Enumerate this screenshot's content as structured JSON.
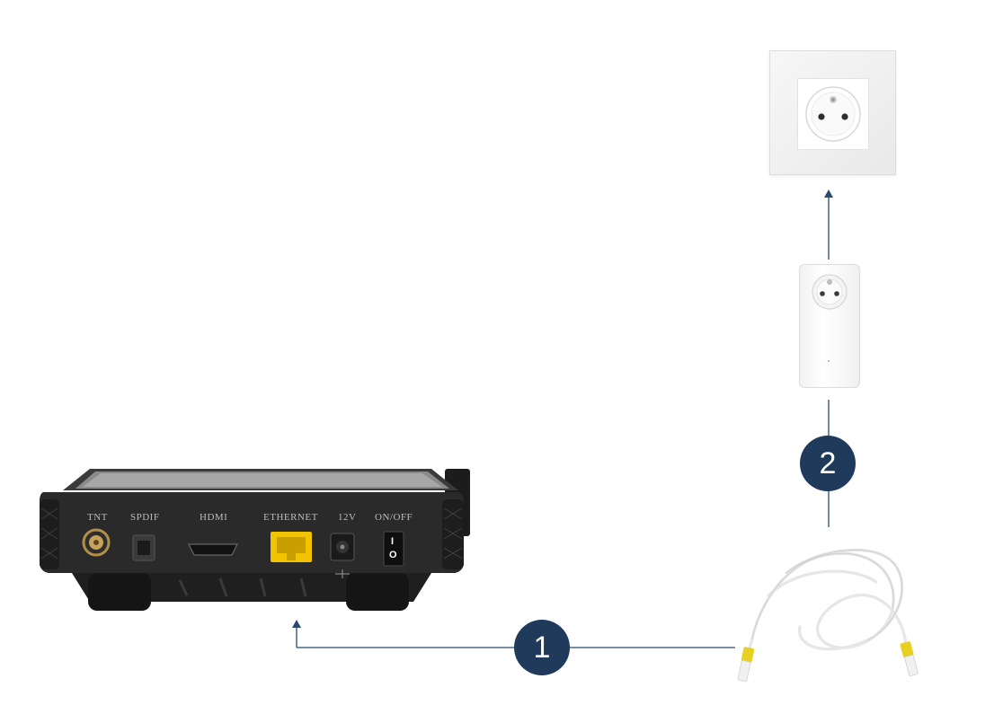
{
  "diagram": {
    "steps": [
      {
        "number": "1"
      },
      {
        "number": "2"
      }
    ],
    "box_ports": {
      "tnt": "TNT",
      "spdif": "SPDIF",
      "hdmi": "HDMI",
      "ethernet": "ETHERNET",
      "power": "12V",
      "switch": "ON/OFF"
    },
    "switch_marks": {
      "on": "I",
      "off": "O"
    },
    "colors": {
      "badge": "#1f3a5a",
      "connector_line": "#2b4a6b",
      "ethernet_port": "#f2c300",
      "cable_plug": "#e8d020",
      "box_body": "#2a2a2a"
    }
  }
}
